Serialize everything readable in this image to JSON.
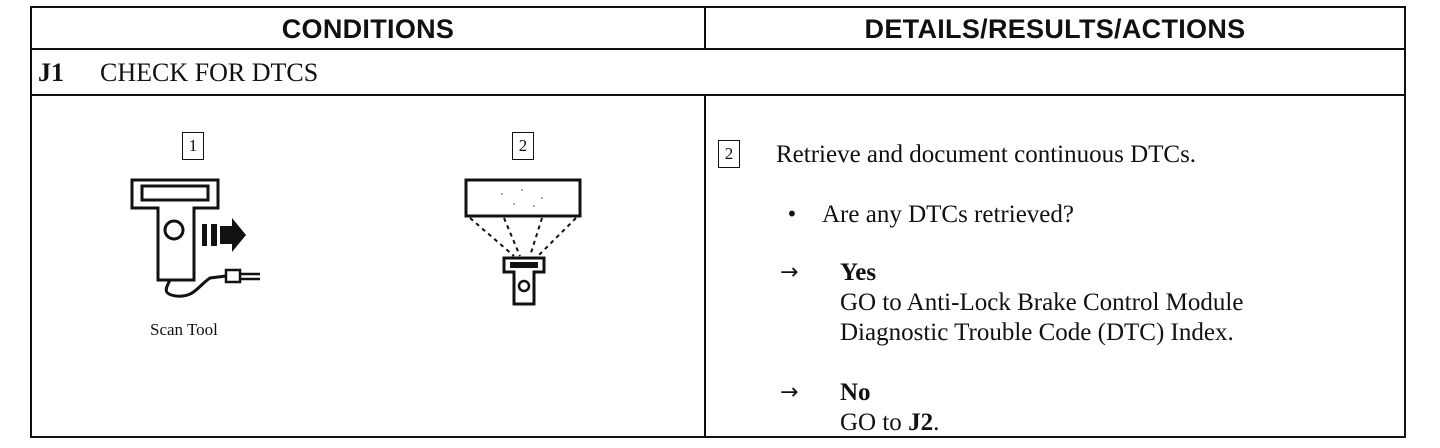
{
  "header": {
    "left_label": "CONDITIONS",
    "right_label": "DETAILS/RESULTS/ACTIONS"
  },
  "step": {
    "id": "J1",
    "title": "CHECK FOR DTCS"
  },
  "conditions": {
    "items": [
      {
        "number": "1",
        "caption": "Scan Tool",
        "icon": "scan-tool-icon"
      },
      {
        "number": "2",
        "caption": "",
        "icon": "scan-tool-display-icon"
      }
    ]
  },
  "details": {
    "step_number": "2",
    "instruction": "Retrieve and document continuous DTCs.",
    "question": "Are any DTCs retrieved?",
    "bullet": "•",
    "arrow": "→",
    "yes": {
      "label": "Yes",
      "line1": "GO to Anti-Lock Brake Control Module",
      "line2": "Diagnostic Trouble Code (DTC) Index."
    },
    "no": {
      "label": "No",
      "action_prefix": "GO to ",
      "action_target": "J2",
      "action_suffix": "."
    }
  }
}
